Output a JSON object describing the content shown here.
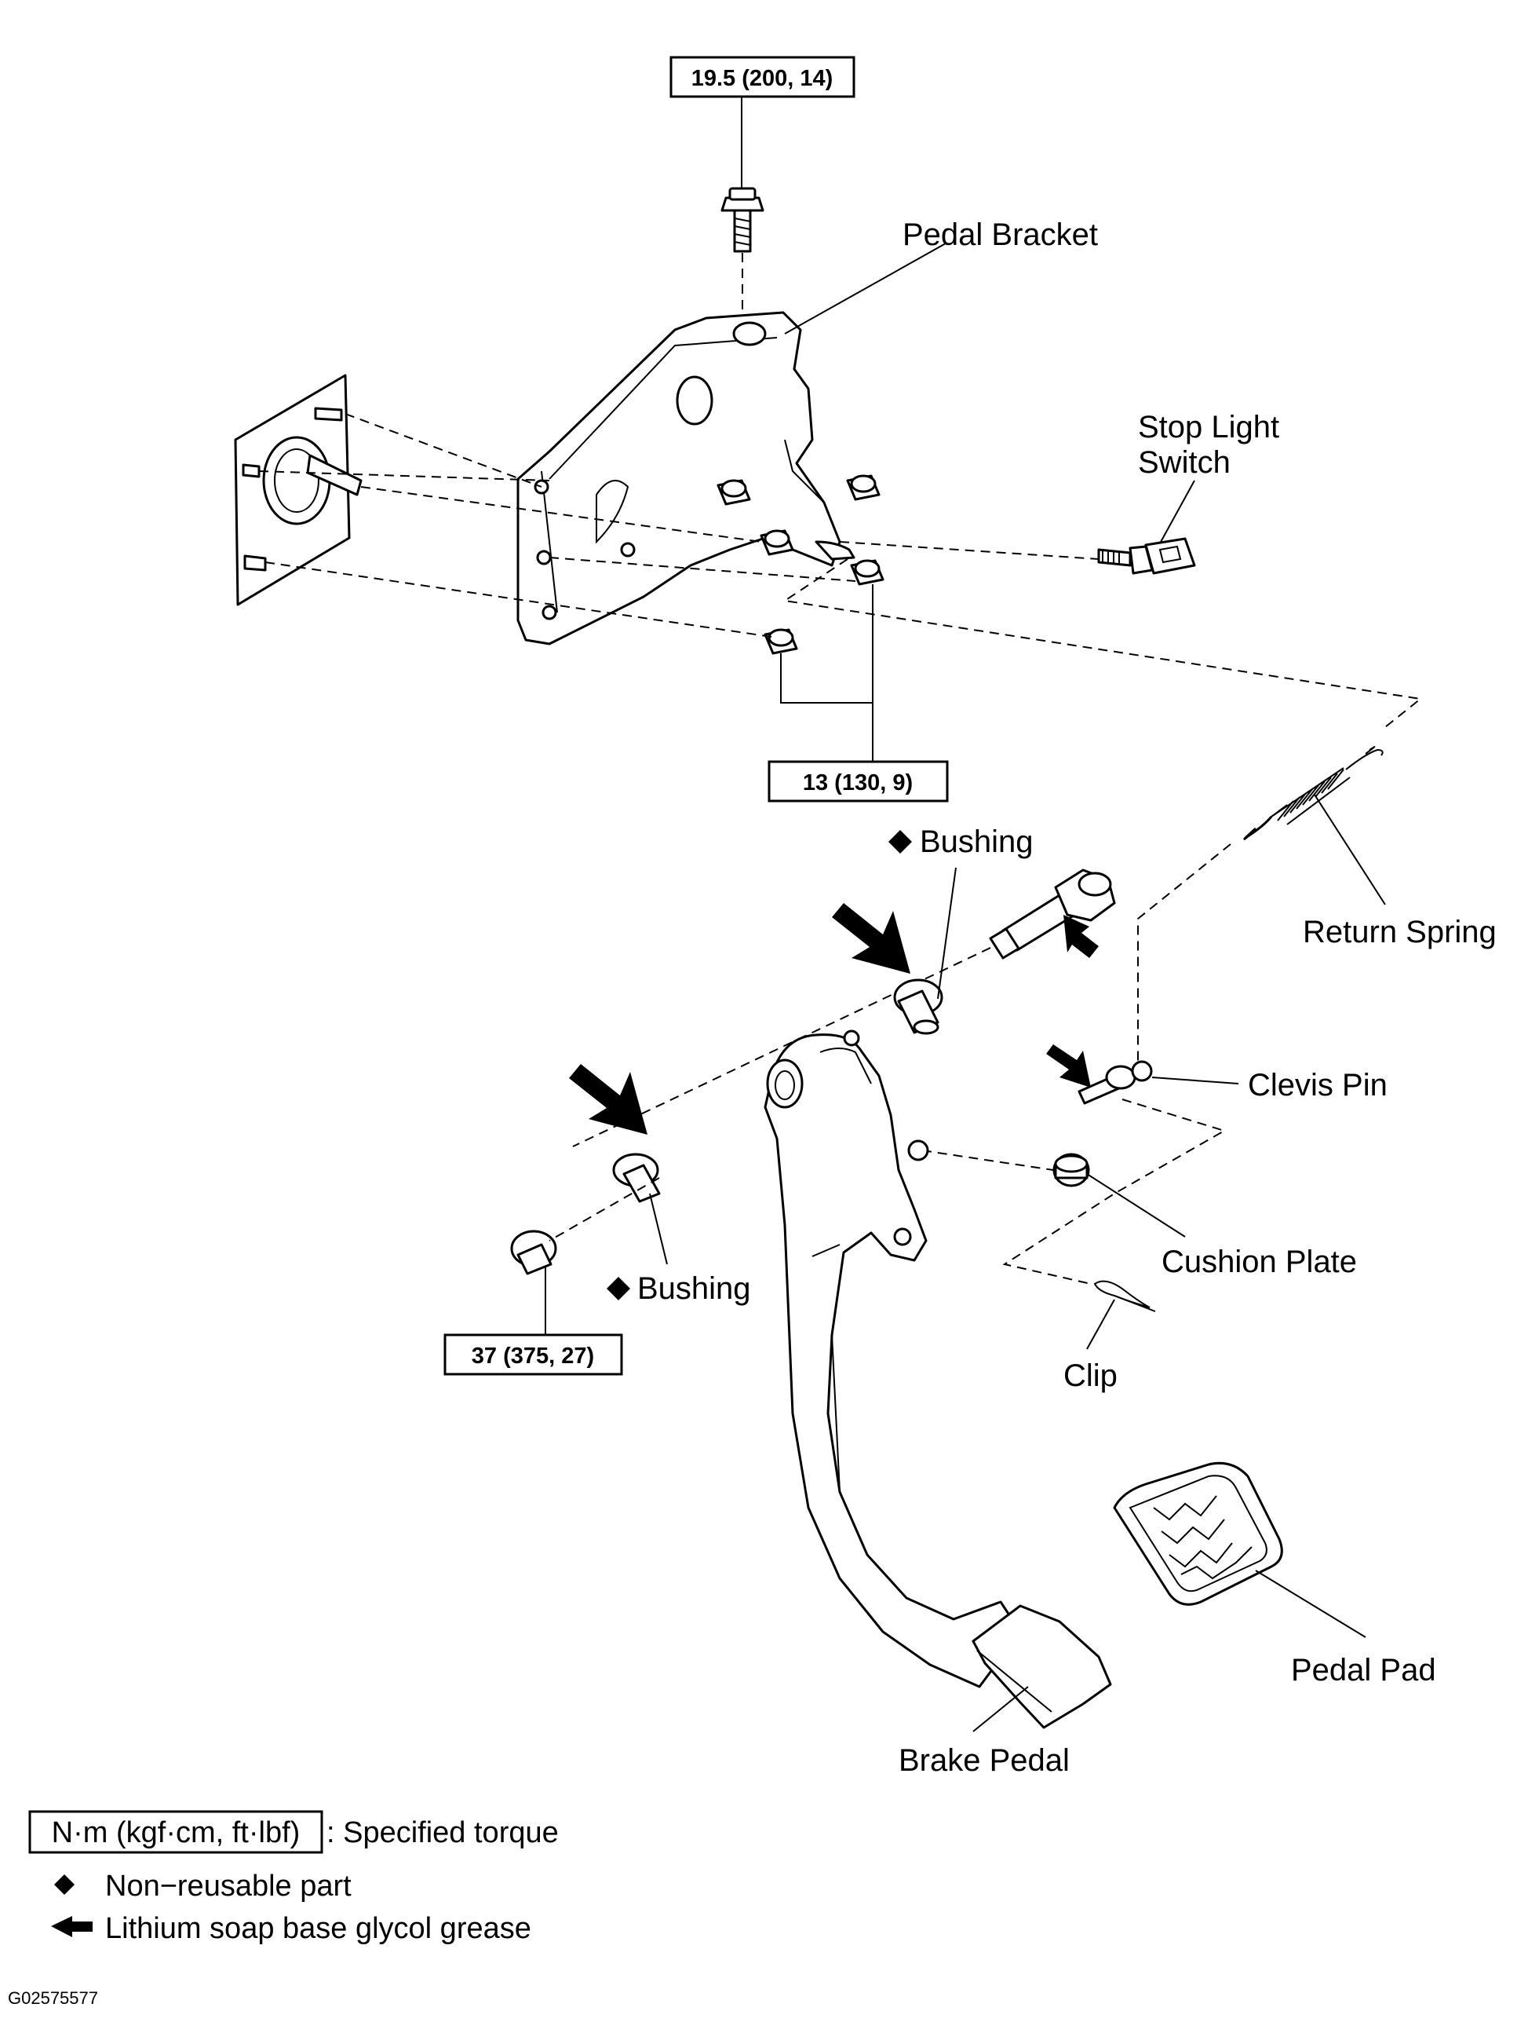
{
  "torque": {
    "top_bolt": "19.5 (200, 14)",
    "bracket_nuts": "13 (130, 9)",
    "pivot_nut": "37 (375, 27)"
  },
  "labels": {
    "pedal_bracket": "Pedal Bracket",
    "stop_light_switch_1": "Stop Light",
    "stop_light_switch_2": "Switch",
    "bushing_upper": "Bushing",
    "bushing_lower": "Bushing",
    "return_spring": "Return Spring",
    "clevis_pin": "Clevis Pin",
    "cushion_plate": "Cushion Plate",
    "clip": "Clip",
    "pedal_pad": "Pedal Pad",
    "brake_pedal": "Brake Pedal"
  },
  "legend": {
    "torque_unit": "N·m (kgf·cm, ft·lbf)",
    "torque_desc": ": Specified torque",
    "nonreusable": "Non−reusable part",
    "grease": "Lithium soap base glycol grease"
  },
  "code": "G02575577"
}
